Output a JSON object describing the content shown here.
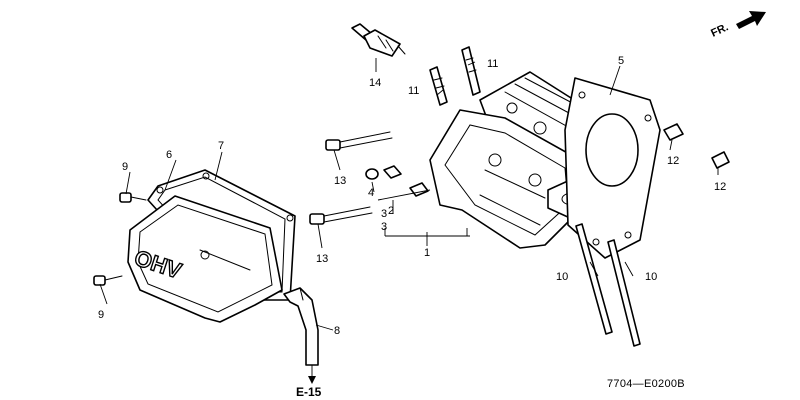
{
  "direction": {
    "label": "FR.",
    "icon": "arrow-icon"
  },
  "diagram_code": "7704—E0200B",
  "reference": {
    "label": "E-15"
  },
  "cover_emboss": "OHV",
  "callouts": {
    "c1": "1",
    "c2": "2",
    "c3a": "3",
    "c3b": "3",
    "c4": "4",
    "c5": "5",
    "c6": "6",
    "c7": "7",
    "c8": "8",
    "c9a": "9",
    "c9b": "9",
    "c10a": "10",
    "c10b": "10",
    "c11a": "11",
    "c11b": "11",
    "c12a": "12",
    "c12b": "12",
    "c13a": "13",
    "c13b": "13",
    "c14": "14"
  }
}
